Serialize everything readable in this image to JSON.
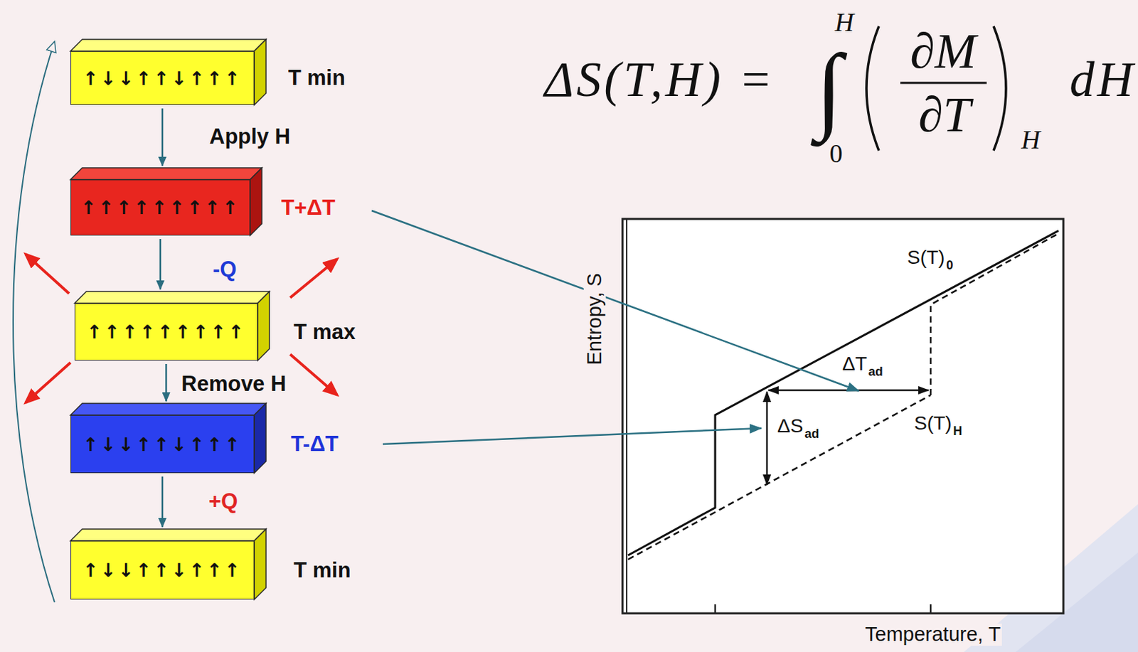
{
  "diagram": {
    "nodes": [
      {
        "text": [
          "↑↓↓↑↑↓↑↑↑",
          "T min"
        ]
      },
      {
        "text": [
          "↑↑↑↑↑↑↑↑↑",
          "T+ΔT"
        ]
      },
      {
        "text": [
          "↑↑↑↑↑↑↑↑↑",
          "T max"
        ]
      },
      {
        "text": [
          "↑↓↓↑↑↓↑↑↑",
          "T-ΔT"
        ]
      },
      {
        "text": [
          "↑↓↓↑↑↓↑↑↑",
          "T min"
        ]
      }
    ],
    "edges": [
      {
        "from": 0,
        "to": 1,
        "arrow": "to",
        "label": "Apply H"
      },
      {
        "from": 1,
        "to": 2,
        "arrow": "to",
        "label": "-Q"
      },
      {
        "from": 2,
        "to": 3,
        "arrow": "to",
        "label": "Remove H"
      },
      {
        "from": 3,
        "to": 4,
        "arrow": "to",
        "label": "+Q"
      },
      {
        "from": 4,
        "to": 0,
        "arrow": "to"
      }
    ],
    "labels": [
      "ΔS(T,H) =",
      "∫",
      "H",
      "0",
      "∂M",
      "∂T",
      "H",
      "dH",
      "Entropy, S",
      "Temperature, T",
      "S(T)",
      "0",
      "ΔT",
      "ad",
      "ΔS",
      "ad",
      "S(T)",
      "H"
    ]
  }
}
